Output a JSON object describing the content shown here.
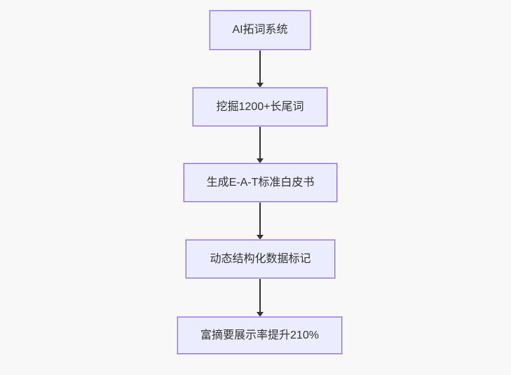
{
  "diagram": {
    "type": "flowchart-vertical",
    "nodes": [
      {
        "id": "n1",
        "label": "AI拓词系统"
      },
      {
        "id": "n2",
        "label": "挖掘1200+长尾词"
      },
      {
        "id": "n3",
        "label": "生成E-A-T标准白皮书"
      },
      {
        "id": "n4",
        "label": "动态结构化数据标记"
      },
      {
        "id": "n5",
        "label": "富摘要展示率提升210%"
      }
    ],
    "edges": [
      {
        "from": "n1",
        "to": "n2"
      },
      {
        "from": "n2",
        "to": "n3"
      },
      {
        "from": "n3",
        "to": "n4"
      },
      {
        "from": "n4",
        "to": "n5"
      }
    ],
    "colors": {
      "background": "#f8f8f8",
      "node_fill": "#ECECFF",
      "node_border": "#9370DB",
      "arrow": "#333333",
      "text": "#333333"
    }
  }
}
